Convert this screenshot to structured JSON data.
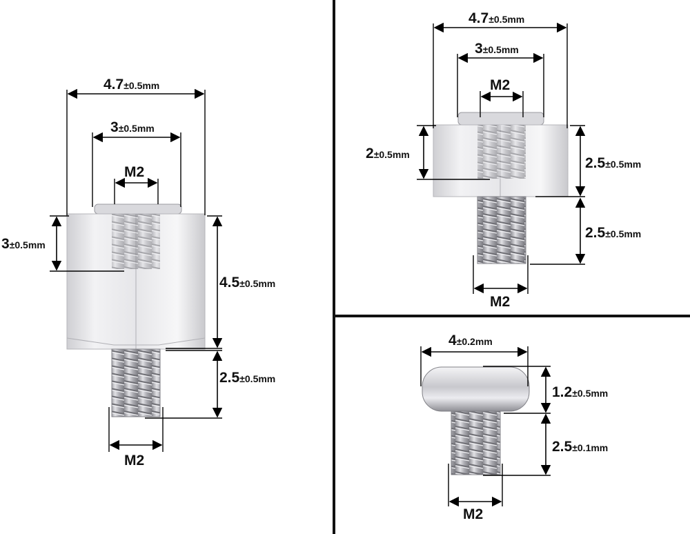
{
  "panels": {
    "standoff_long": {
      "width_outer": {
        "value": "4.7",
        "tol": "±0.5mm"
      },
      "width_inner": {
        "value": "3",
        "tol": "±0.5mm"
      },
      "thread_top": "M2",
      "thread_depth": {
        "value": "3",
        "tol": "±0.5mm"
      },
      "body_height": {
        "value": "4.5",
        "tol": "±0.5mm"
      },
      "stud_length": {
        "value": "2.5",
        "tol": "±0.5mm"
      },
      "thread_bottom": "M2"
    },
    "standoff_short": {
      "width_outer": {
        "value": "4.7",
        "tol": "±0.5mm"
      },
      "width_inner": {
        "value": "3",
        "tol": "±0.5mm"
      },
      "thread_top": "M2",
      "thread_depth": {
        "value": "2",
        "tol": "±0.5mm"
      },
      "body_height": {
        "value": "2.5",
        "tol": "±0.5mm"
      },
      "stud_length": {
        "value": "2.5",
        "tol": "±0.5mm"
      },
      "thread_bottom": "M2"
    },
    "screw": {
      "head_width": {
        "value": "4",
        "tol": "±0.2mm"
      },
      "head_height": {
        "value": "1.2",
        "tol": "±0.5mm"
      },
      "thread_length": {
        "value": "2.5",
        "tol": "±0.1mm"
      },
      "thread": "M2"
    }
  },
  "colors": {
    "divider": "#111111",
    "hex_body": "#e4e4e6",
    "thread_metal": "#bdbdc2",
    "screw_head": "#cfcfd4"
  }
}
